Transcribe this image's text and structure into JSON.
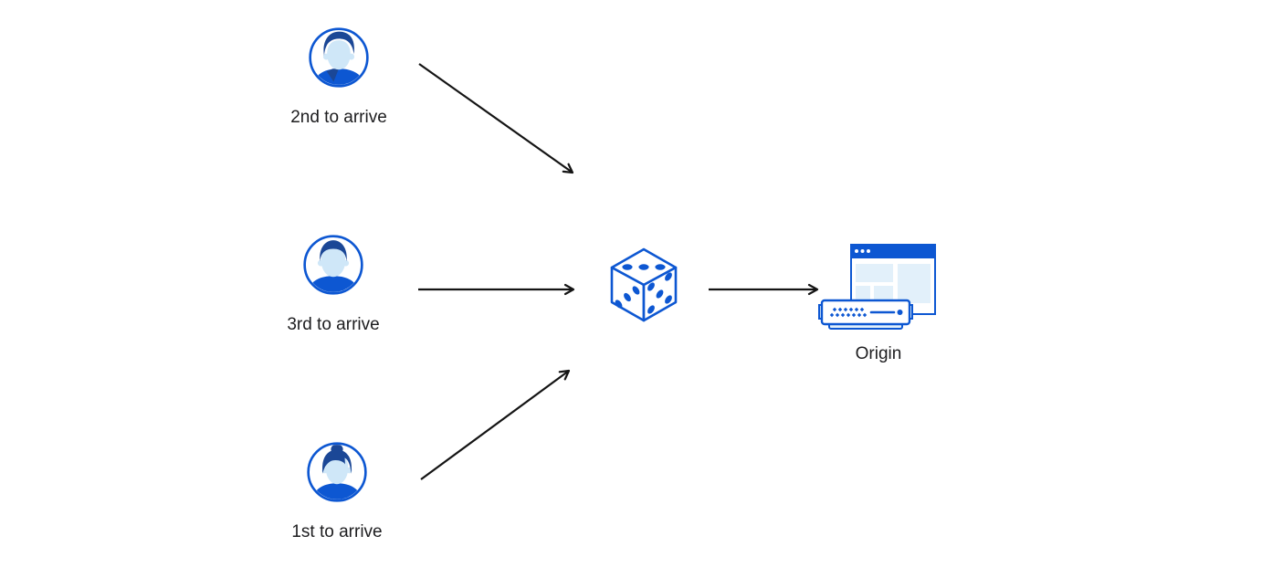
{
  "diagram": {
    "title": "random-steering-diagram",
    "colors": {
      "primary_blue": "#0d57d2",
      "dark_blue": "#1b4796",
      "light_blue_fill": "#e2f0fa",
      "face_fill": "#cfe7f8",
      "arrow_black": "#141414",
      "label_color": "#1d1d1f",
      "background": "#ffffff"
    },
    "nodes": {
      "visitor_2nd": {
        "label": "2nd to arrive",
        "icon": "male-avatar-swept-hair-icon"
      },
      "visitor_3rd": {
        "label": "3rd to arrive",
        "icon": "male-avatar-short-hair-icon"
      },
      "visitor_1st": {
        "label": "1st to arrive",
        "icon": "female-avatar-bun-icon"
      },
      "random_selector": {
        "label": "",
        "icon": "dice-icon"
      },
      "origin": {
        "label": "Origin",
        "icon": "origin-server-browser-icon"
      }
    },
    "edges": [
      {
        "from": "visitor_2nd",
        "to": "random_selector",
        "style": "arrow"
      },
      {
        "from": "visitor_3rd",
        "to": "random_selector",
        "style": "arrow"
      },
      {
        "from": "visitor_1st",
        "to": "random_selector",
        "style": "arrow"
      },
      {
        "from": "random_selector",
        "to": "origin",
        "style": "arrow"
      }
    ]
  }
}
